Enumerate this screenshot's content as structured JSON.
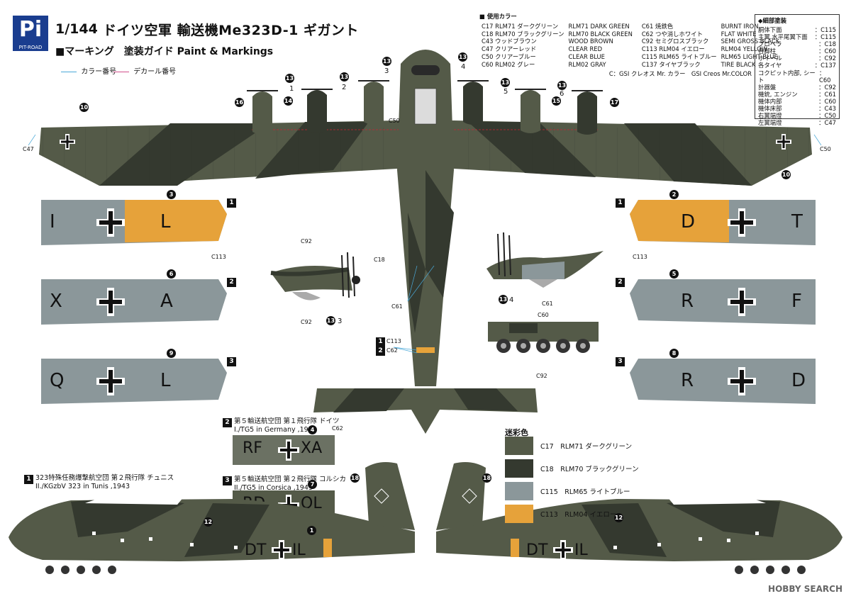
{
  "header": {
    "logo": "Pi",
    "logo_sub": "PIT-ROAD",
    "scale": "1/144",
    "title": "ドイツ空軍 輸送機Me323D-1 ギガント",
    "subtitle": "■マーキング　塗装ガイド Paint & Markings",
    "legend_color": "カラー番号",
    "legend_decal": "デカール番号"
  },
  "paints": {
    "heading": "■ 使用カラー",
    "rows": [
      [
        "C17 RLM71 ダークグリーン",
        "RLM71 DARK GREEN",
        "C61 焼鉄色",
        "BURNT IRON"
      ],
      [
        "C18 RLM70 ブラックグリーン",
        "RLM70 BLACK GREEN",
        "C62 つや消しホワイト",
        "FLAT WHITE"
      ],
      [
        "C43 ウッドブラウン",
        "WOOD BROWN",
        "C92 セミグロスブラック",
        "SEMI GROSS BLACK"
      ],
      [
        "C47 クリアーレッド",
        "CLEAR RED",
        "C113 RLM04 イエロー",
        "RLM04 YELLOW"
      ],
      [
        "C50 クリアーブルー",
        "CLEAR BLUE",
        "C115 RLM65 ライトブルー",
        "RLM65 LIGHT BLUE"
      ],
      [
        "C60 RLM02 グレー",
        "RLM02 GRAY",
        "C137 タイヤブラック",
        "TIRE BLACK"
      ]
    ],
    "footnote": "C：GSI クレオス Mr. カラー　GSI Creos Mr.COLOR"
  },
  "details": {
    "heading": "◆細部塗装",
    "rows": [
      [
        "胴体下面",
        "C115"
      ],
      [
        "主翼.水平尾翼下面",
        "C115"
      ],
      [
        "プロペラ",
        "C18"
      ],
      [
        "各脚柱",
        "C60"
      ],
      [
        "ホイール",
        "C92"
      ],
      [
        "各タイヤ",
        "C137"
      ],
      [
        "コクピット内部, シート",
        "C60"
      ],
      [
        "計器盤",
        "C92"
      ],
      [
        "機銃, エンジン",
        "C61"
      ],
      [
        "機体内部",
        "C60"
      ],
      [
        "機体床部",
        "C43"
      ],
      [
        "右翼端燈",
        "C50"
      ],
      [
        "左翼端燈",
        "C47"
      ]
    ]
  },
  "wings_left": [
    {
      "num": "1",
      "letters": [
        "I",
        "L"
      ],
      "decal": "3",
      "color_ref": "C113"
    },
    {
      "num": "2",
      "letters": [
        "X",
        "A"
      ],
      "decal": "6",
      "color_ref": ""
    },
    {
      "num": "3",
      "letters": [
        "Q",
        "L"
      ],
      "decal": "9",
      "color_ref": ""
    }
  ],
  "wings_right": [
    {
      "num": "1",
      "letters": [
        "D",
        "T"
      ],
      "decal": "2",
      "color_ref": "C113"
    },
    {
      "num": "2",
      "letters": [
        "R",
        "F"
      ],
      "decal": "5",
      "color_ref": ""
    },
    {
      "num": "3",
      "letters": [
        "R",
        "D"
      ],
      "decal": "8",
      "color_ref": ""
    }
  ],
  "top_view": {
    "decals": [
      "13",
      "1",
      "13",
      "2",
      "13",
      "3",
      "13",
      "4",
      "13",
      "5",
      "13",
      "6",
      "10",
      "16",
      "14",
      "15",
      "17",
      "10"
    ],
    "wingtip_left": "C47",
    "wingtip_right": "C50",
    "inner_ref": "C50",
    "fuselage_ref": "C61",
    "band_refs": [
      "C113",
      "C62"
    ],
    "band_nums": [
      "1",
      "2"
    ]
  },
  "engine_left": {
    "refs": [
      "C92",
      "C18",
      "C92"
    ],
    "decal_label": "3"
  },
  "engine_right": {
    "refs": [
      "C61"
    ],
    "decal_label": "4"
  },
  "gear": {
    "refs": [
      "C60",
      "C92"
    ]
  },
  "captions": {
    "c1_num": "1",
    "c1_jp": "323特殊任務爆撃航空団 第２飛行隊 チュニス",
    "c1_en": "II./KGzbV 323 in Tunis ,1943",
    "c2_num": "2",
    "c2_jp": "第５輸送航空団 第１飛行隊 ドイツ",
    "c2_en": "I./TG5 in Germany ,1943",
    "c3_num": "3",
    "c3_jp": "第５輸送航空団 第２飛行隊 コルシカ",
    "c3_en": "II./TG5 in Corsica ,1943"
  },
  "fuselage_codes": {
    "c2_left": "RF",
    "c2_right": "XA",
    "c2_decal": "4",
    "c2_ref": "C62",
    "c3_left": "RD",
    "c3_right": "QL",
    "c3_decal": "7"
  },
  "side_views": {
    "left_code_a": "DT",
    "left_code_b": "IL",
    "left_decal_code": "1",
    "left_decal_door": "12",
    "left_decal_tail": "18",
    "right_code_a": "DT",
    "right_code_b": "IL",
    "right_decal_door": "12",
    "right_decal_tail": "18"
  },
  "camo": {
    "heading": "迷彩色",
    "swatches": [
      {
        "label": "C17　RLM71 ダークグリーン",
        "color": "#545a48"
      },
      {
        "label": "C18　RLM70 ブラックグリーン",
        "color": "#34392f"
      },
      {
        "label": "C115　RLM65 ライトブルー",
        "color": "#8b979a"
      },
      {
        "label": "C113　RLM04 イエロー",
        "color": "#e6a23a"
      }
    ]
  },
  "watermark": "HOBBY SEARCH",
  "colors": {
    "dark_green": "#545a48",
    "black_green": "#34392f",
    "light_blue": "#8b979a",
    "yellow": "#e6a23a",
    "logo_blue": "#1a3d8f",
    "leader_blue": "#4aa8d8",
    "leader_pink": "#d2508c"
  }
}
